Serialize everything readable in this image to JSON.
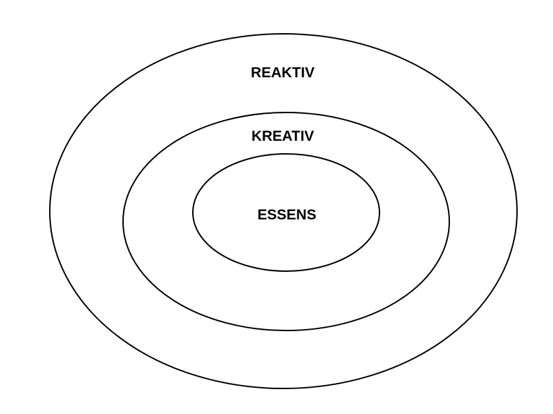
{
  "diagram": {
    "layers": [
      {
        "label": "REAKTIV"
      },
      {
        "label": "KREATIV"
      },
      {
        "label": "ESSENS"
      }
    ]
  },
  "colors": {
    "stroke": "#000000",
    "text": "#000000",
    "background": "#ffffff"
  }
}
